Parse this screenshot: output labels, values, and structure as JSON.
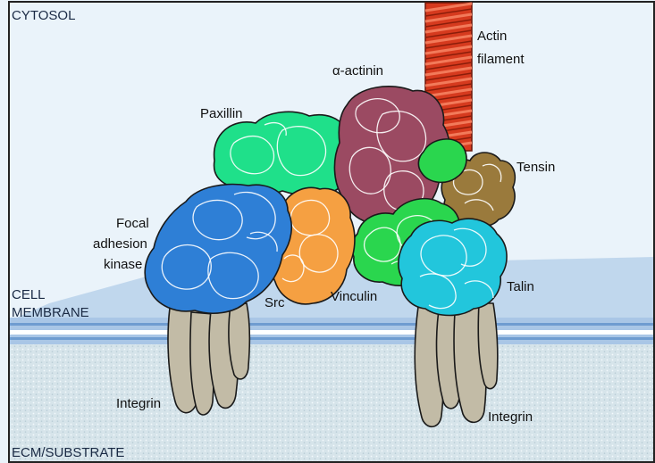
{
  "regions": {
    "cytosol": "CYTOSOL",
    "membrane_line1": "CELL",
    "membrane_line2": "MEMBRANE",
    "ecm": "ECM/SUBSTRATE"
  },
  "labels": {
    "actin_line1": "Actin",
    "actin_line2": "filament",
    "alpha_actinin": "α-actinin",
    "paxillin": "Paxillin",
    "tensin": "Tensin",
    "fak_line1": "Focal",
    "fak_line2": "adhesion",
    "fak_line3": "kinase",
    "talin": "Talin",
    "src": "Src",
    "vinculin": "Vinculin",
    "integrin_left": "Integrin",
    "integrin_right": "Integrin"
  },
  "colors": {
    "cytosol": "#eaf3fa",
    "membrane": "#b9d0ea",
    "ecm": "#d9e6ec",
    "actin": "#d93a1c",
    "alpha_actinin": "#9b4a62",
    "paxillin": "#1fe08a",
    "vinculin": "#2ad64e",
    "tensin": "#9a7a3c",
    "fak": "#2e7fd6",
    "talin": "#22c6dc",
    "src": "#f5a042",
    "integrin": "#c2bba6"
  }
}
